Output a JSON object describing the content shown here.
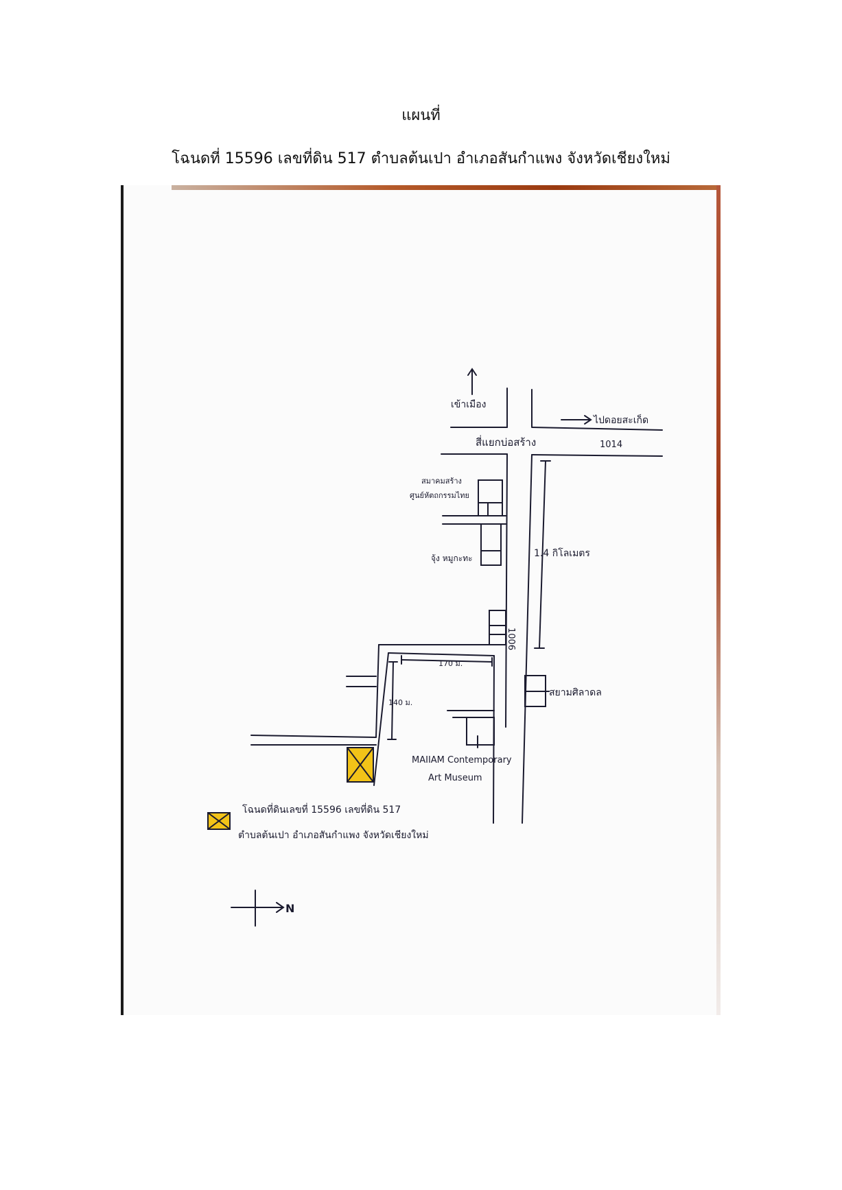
{
  "header": {
    "title": "แผนที่",
    "subtitle": "โฉนดที่ 15596 เลขที่ดิน 517 ตำบลต้นเปา อำเภอสันกำแพง จังหวัดเชียงใหม่"
  },
  "map": {
    "labels": {
      "to_city": "เข้าเมือง",
      "to_doi_saket": "ไปดอยสะเก็ด",
      "road_1014": "1014",
      "intersection": "สี่แยกบ่อสร้าง",
      "association_line1": "สมาคมสร้าง",
      "association_line2": "ศูนย์หัตถกรรมไทย",
      "shop": "จุ้ง หมูกะทะ",
      "distance_km": "1.4 กิโลเมตร",
      "road_1006": "1006",
      "dim_170": "170 ม.",
      "dim_140": "140 ม.",
      "siam_celadon": "สยามศิลาดล",
      "museum_line1": "MAIIAM Contemporary",
      "museum_line2": "Art Museum",
      "north": "N"
    },
    "legend": {
      "line1": "โฉนดที่ดินเลขที่ 15596 เลขที่ดิน 517",
      "line2": "ตำบลต้นเปา อำเภอสันกำแพง จังหวัดเชียงใหม่"
    },
    "colors": {
      "ink": "#1a1a2e",
      "parcel_fill": "#f2c318"
    }
  }
}
